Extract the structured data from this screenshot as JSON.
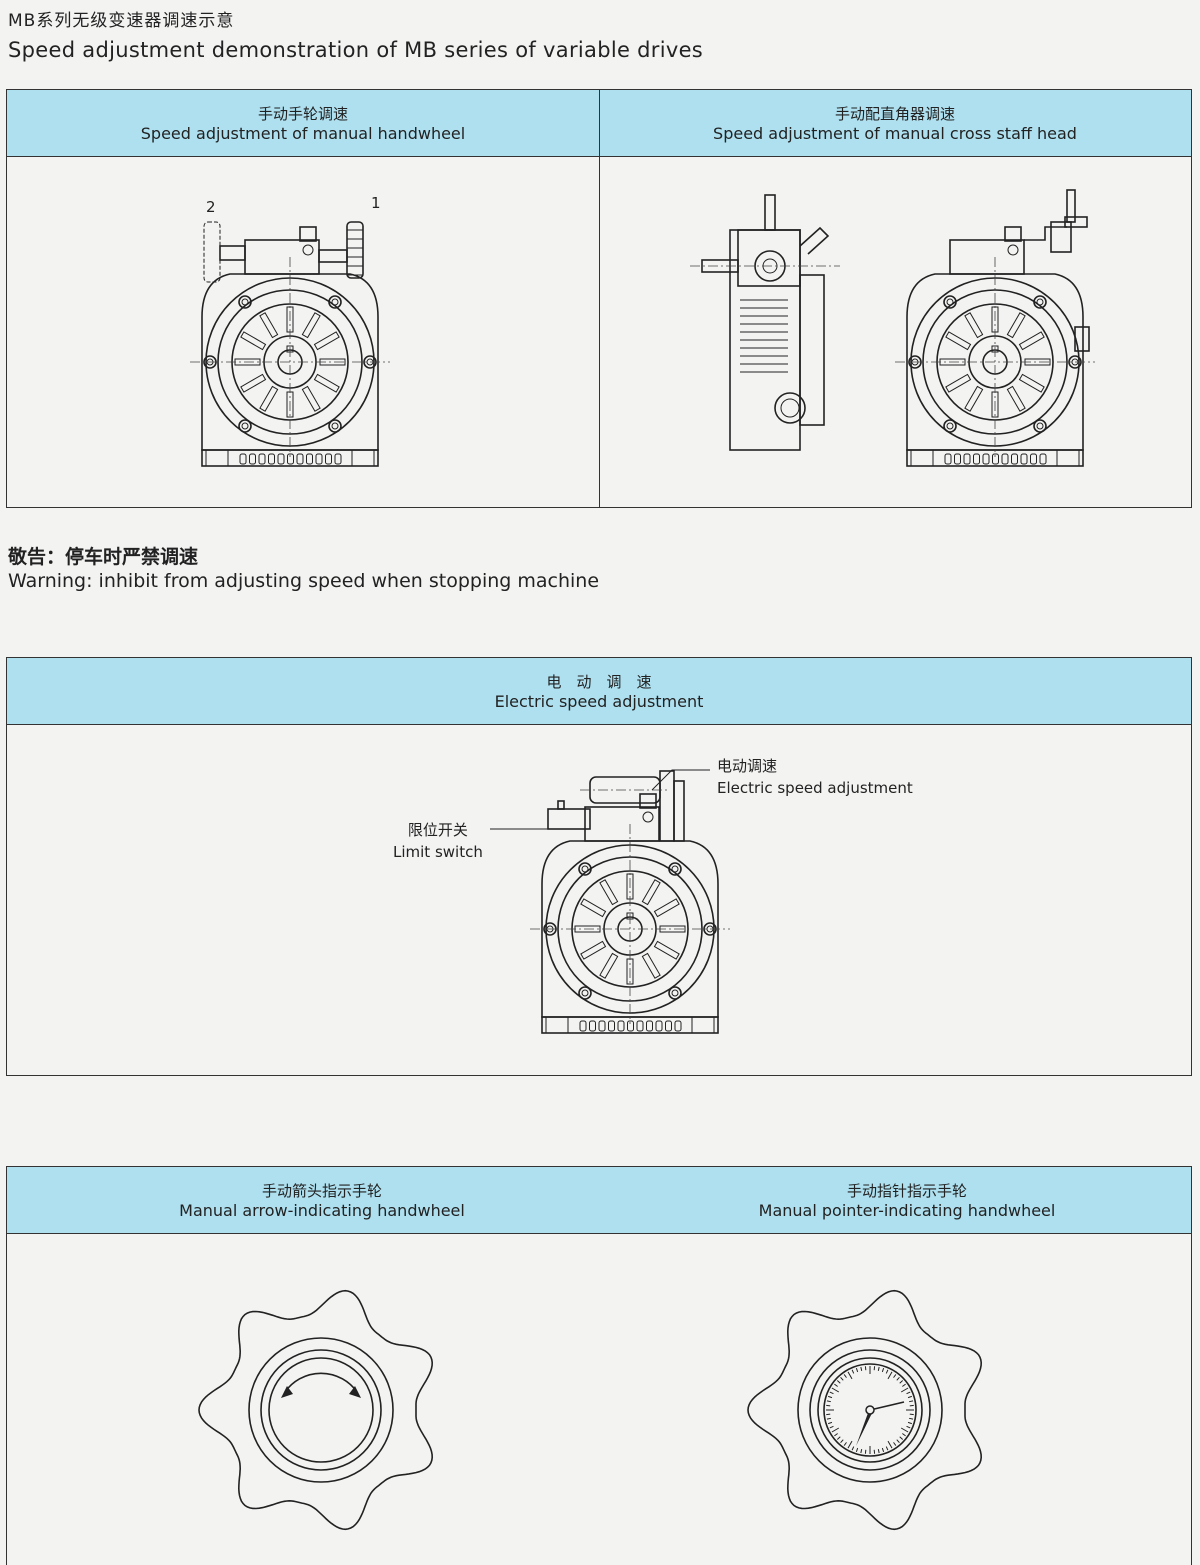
{
  "header": {
    "title_cn": "MB系列无级变速器调速示意",
    "title_en": "Speed adjustment demonstration of MB series of variable drives"
  },
  "panel1": {
    "left": {
      "title_cn": "手动手轮调速",
      "title_en": "Speed adjustment of manual handwheel",
      "label_1": "1",
      "label_2": "2"
    },
    "right": {
      "title_cn": "手动配直角器调速",
      "title_en": "Speed adjustment of manual cross staff head"
    }
  },
  "warning": {
    "cn": "敬告：停车时严禁调速",
    "en": "Warning: inhibit from adjusting speed when stopping machine"
  },
  "panel2": {
    "title_cn": "电　动　调　速",
    "title_en": "Electric speed adjustment",
    "callout_electric_cn": "电动调速",
    "callout_electric_en": "Electric speed adjustment",
    "callout_limit_cn": "限位开关",
    "callout_limit_en": "Limit switch"
  },
  "panel3": {
    "left": {
      "title_cn": "手动箭头指示手轮",
      "title_en": "Manual arrow-indicating handwheel"
    },
    "right": {
      "title_cn": "手动指针指示手轮",
      "title_en": "Manual pointer-indicating handwheel"
    }
  },
  "colors": {
    "header_fill": "#aee0f0",
    "line": "#222222",
    "background": "#f3f3f2"
  }
}
